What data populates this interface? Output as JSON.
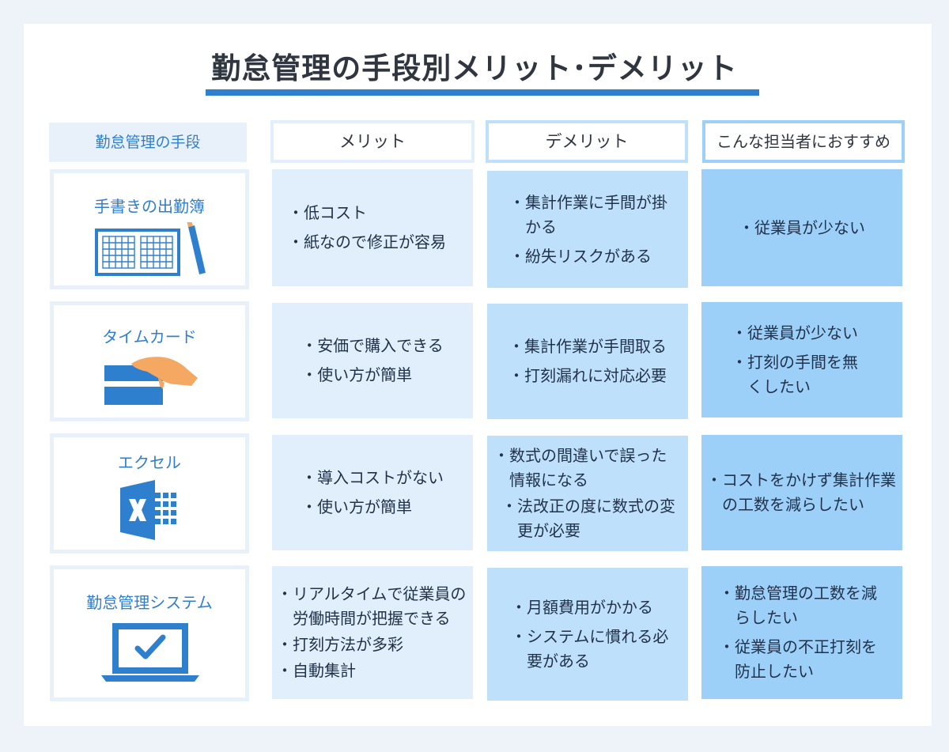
{
  "title": "勤怠管理の手段別メリット･デメリット",
  "headers": {
    "method": "勤怠管理の手段",
    "merit": "メリット",
    "demerit": "デメリット",
    "recommend": "こんな担当者におすすめ"
  },
  "rows": [
    {
      "method": "手書きの出勤簿",
      "icon": "paper-timesheet-pencil-icon",
      "merit": [
        "低コスト",
        "紙なので修正が容易"
      ],
      "demerit": [
        "集計作業に手間が掛かる",
        "紛失リスクがある"
      ],
      "recommend": [
        "従業員が少ない"
      ]
    },
    {
      "method": "タイムカード",
      "icon": "hand-timecard-icon",
      "merit": [
        "安価で購入できる",
        "使い方が簡単"
      ],
      "demerit": [
        "集計作業が手間取る",
        "打刻漏れに対応必要"
      ],
      "recommend": [
        "従業員が少ない",
        "打刻の手間を無くしたい"
      ]
    },
    {
      "method": "エクセル",
      "icon": "excel-icon",
      "merit": [
        "導入コストがない",
        "使い方が簡単"
      ],
      "demerit": [
        "数式の間違いで誤った情報になる",
        "法改正の度に数式の変更が必要"
      ],
      "recommend": [
        "コストをかけず集計作業の工数を減らしたい"
      ]
    },
    {
      "method": "勤怠管理システム",
      "icon": "laptop-check-icon",
      "merit": [
        "リアルタイムで従業員の労働時間が把握できる",
        "打刻方法が多彩",
        "自動集計"
      ],
      "demerit": [
        "月額費用がかかる",
        "システムに慣れる必要がある"
      ],
      "recommend": [
        "勤怠管理の工数を減らしたい",
        "従業員の不正打刻を防止したい"
      ]
    }
  ],
  "colors": {
    "accent": "#2f7fcf",
    "merit_bg": "#e1effc",
    "demerit_bg": "#bfe0fb",
    "recommend_bg": "#9dd0f8"
  }
}
